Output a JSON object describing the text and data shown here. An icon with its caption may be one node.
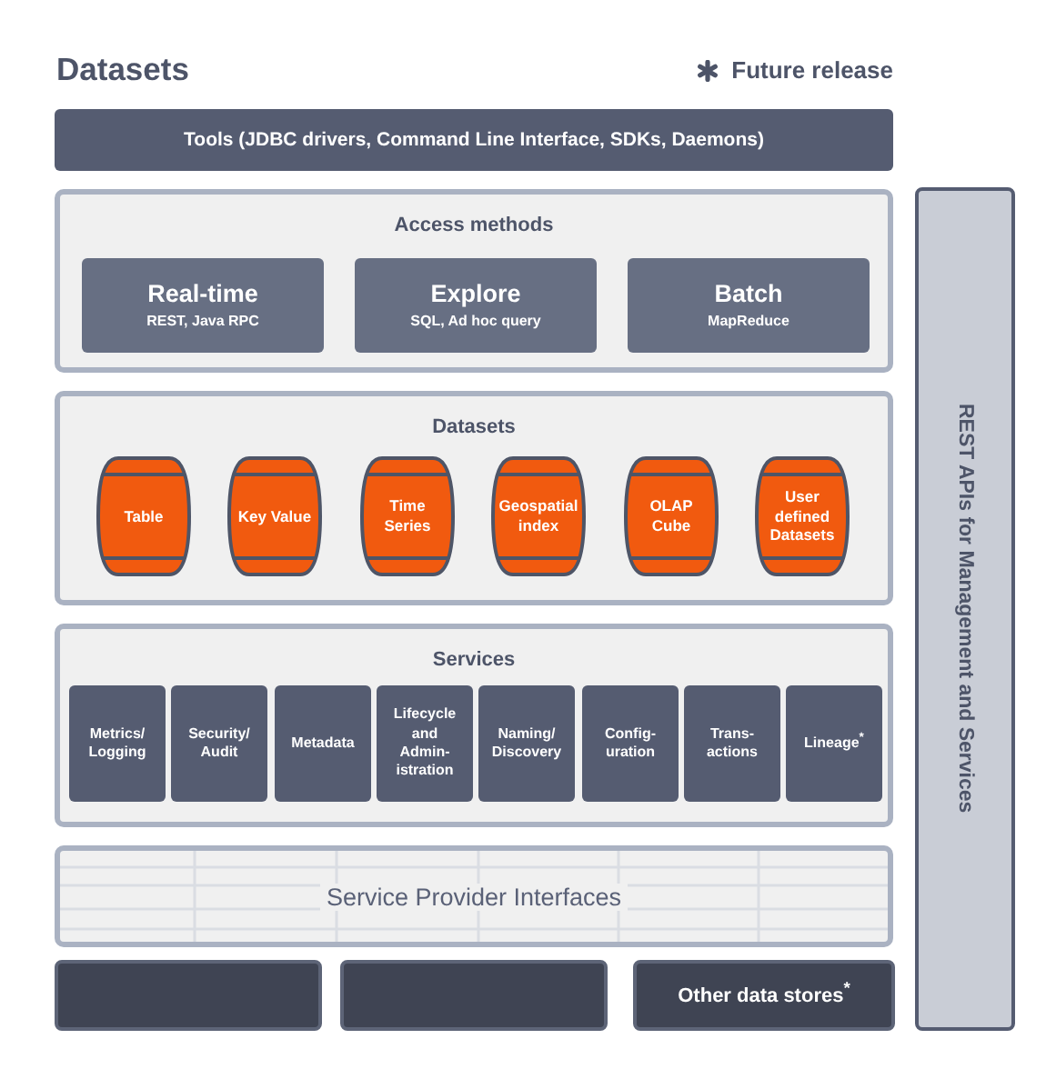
{
  "diagram": {
    "title": "Datasets",
    "nodes": [
      {
        "text": [
          "Tools (JDBC drivers, Command Line Interface, SDKs, Daemons)"
        ]
      },
      {
        "text": [
          "Access methods"
        ]
      },
      {
        "text": [
          "Real-time",
          "REST, Java RPC"
        ],
        "in": 1
      },
      {
        "text": [
          "Explore",
          "SQL, Ad hoc query"
        ],
        "in": 1
      },
      {
        "text": [
          "Batch",
          "MapReduce"
        ],
        "in": 1
      },
      {
        "text": [
          "Datasets"
        ]
      },
      {
        "text": [
          "Table"
        ],
        "in": 5
      },
      {
        "text": [
          "Key Value"
        ],
        "in": 5
      },
      {
        "text": [
          "Time Series"
        ],
        "in": 5
      },
      {
        "text": [
          "Geospatial index"
        ],
        "in": 5
      },
      {
        "text": [
          "OLAP Cube"
        ],
        "in": 5
      },
      {
        "text": [
          "User defined Datasets"
        ],
        "in": 5
      },
      {
        "text": [
          "Services"
        ]
      },
      {
        "text": [
          "Metrics/ Logging"
        ],
        "in": 12
      },
      {
        "text": [
          "Security/ Audit"
        ],
        "in": 12
      },
      {
        "text": [
          "Metadata"
        ],
        "in": 12
      },
      {
        "text": [
          "Lifecycle and Admin- istration"
        ],
        "in": 12
      },
      {
        "text": [
          "Naming/ Discovery"
        ],
        "in": 12
      },
      {
        "text": [
          "Config- uration"
        ],
        "in": 12
      },
      {
        "text": [
          "Trans- actions"
        ],
        "in": 12
      },
      {
        "text": [
          "Lineage$^{*}$"
        ],
        "in": 12
      },
      {
        "text": [
          "Service Provider Interfaces"
        ]
      },
      {
        "text": [],
        "shape": "box"
      },
      {
        "text": [],
        "shape": "box"
      },
      {
        "text": [
          "Other data stores$^{*}$"
        ]
      },
      {
        "text": [
          "REST APIs for Management and Services"
        ]
      }
    ],
    "legend": [
      {
        "text": "Future release"
      }
    ]
  }
}
